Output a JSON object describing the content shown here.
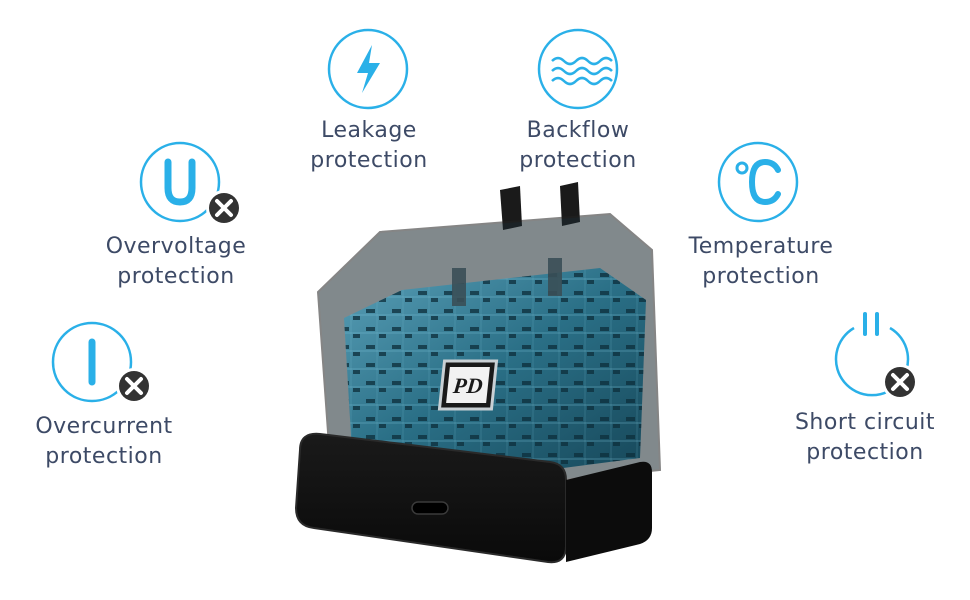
{
  "features": {
    "leakage": {
      "line1": "Leakage",
      "line2": "protection",
      "icon": "lightning-bolt-icon"
    },
    "backflow": {
      "line1": "Backflow",
      "line2": "protection",
      "icon": "water-waves-icon"
    },
    "overvoltage": {
      "line1": "Overvoltage",
      "line2": "protection",
      "icon": "letter-u-icon"
    },
    "temperature": {
      "line1": "Temperature",
      "line2": "protection",
      "icon": "celsius-icon"
    },
    "overcurrent": {
      "line1": "Overcurrent",
      "line2": "protection",
      "icon": "letter-i-icon"
    },
    "short_circuit": {
      "line1": "Short circuit",
      "line2": "protection",
      "icon": "power-icon"
    }
  },
  "chip": {
    "label": "PD"
  },
  "colors": {
    "accent": "#2ab0e8",
    "text": "#3d4a66",
    "badge": "#333333",
    "charger_body": "#111111",
    "board": "#1f5a6e"
  }
}
